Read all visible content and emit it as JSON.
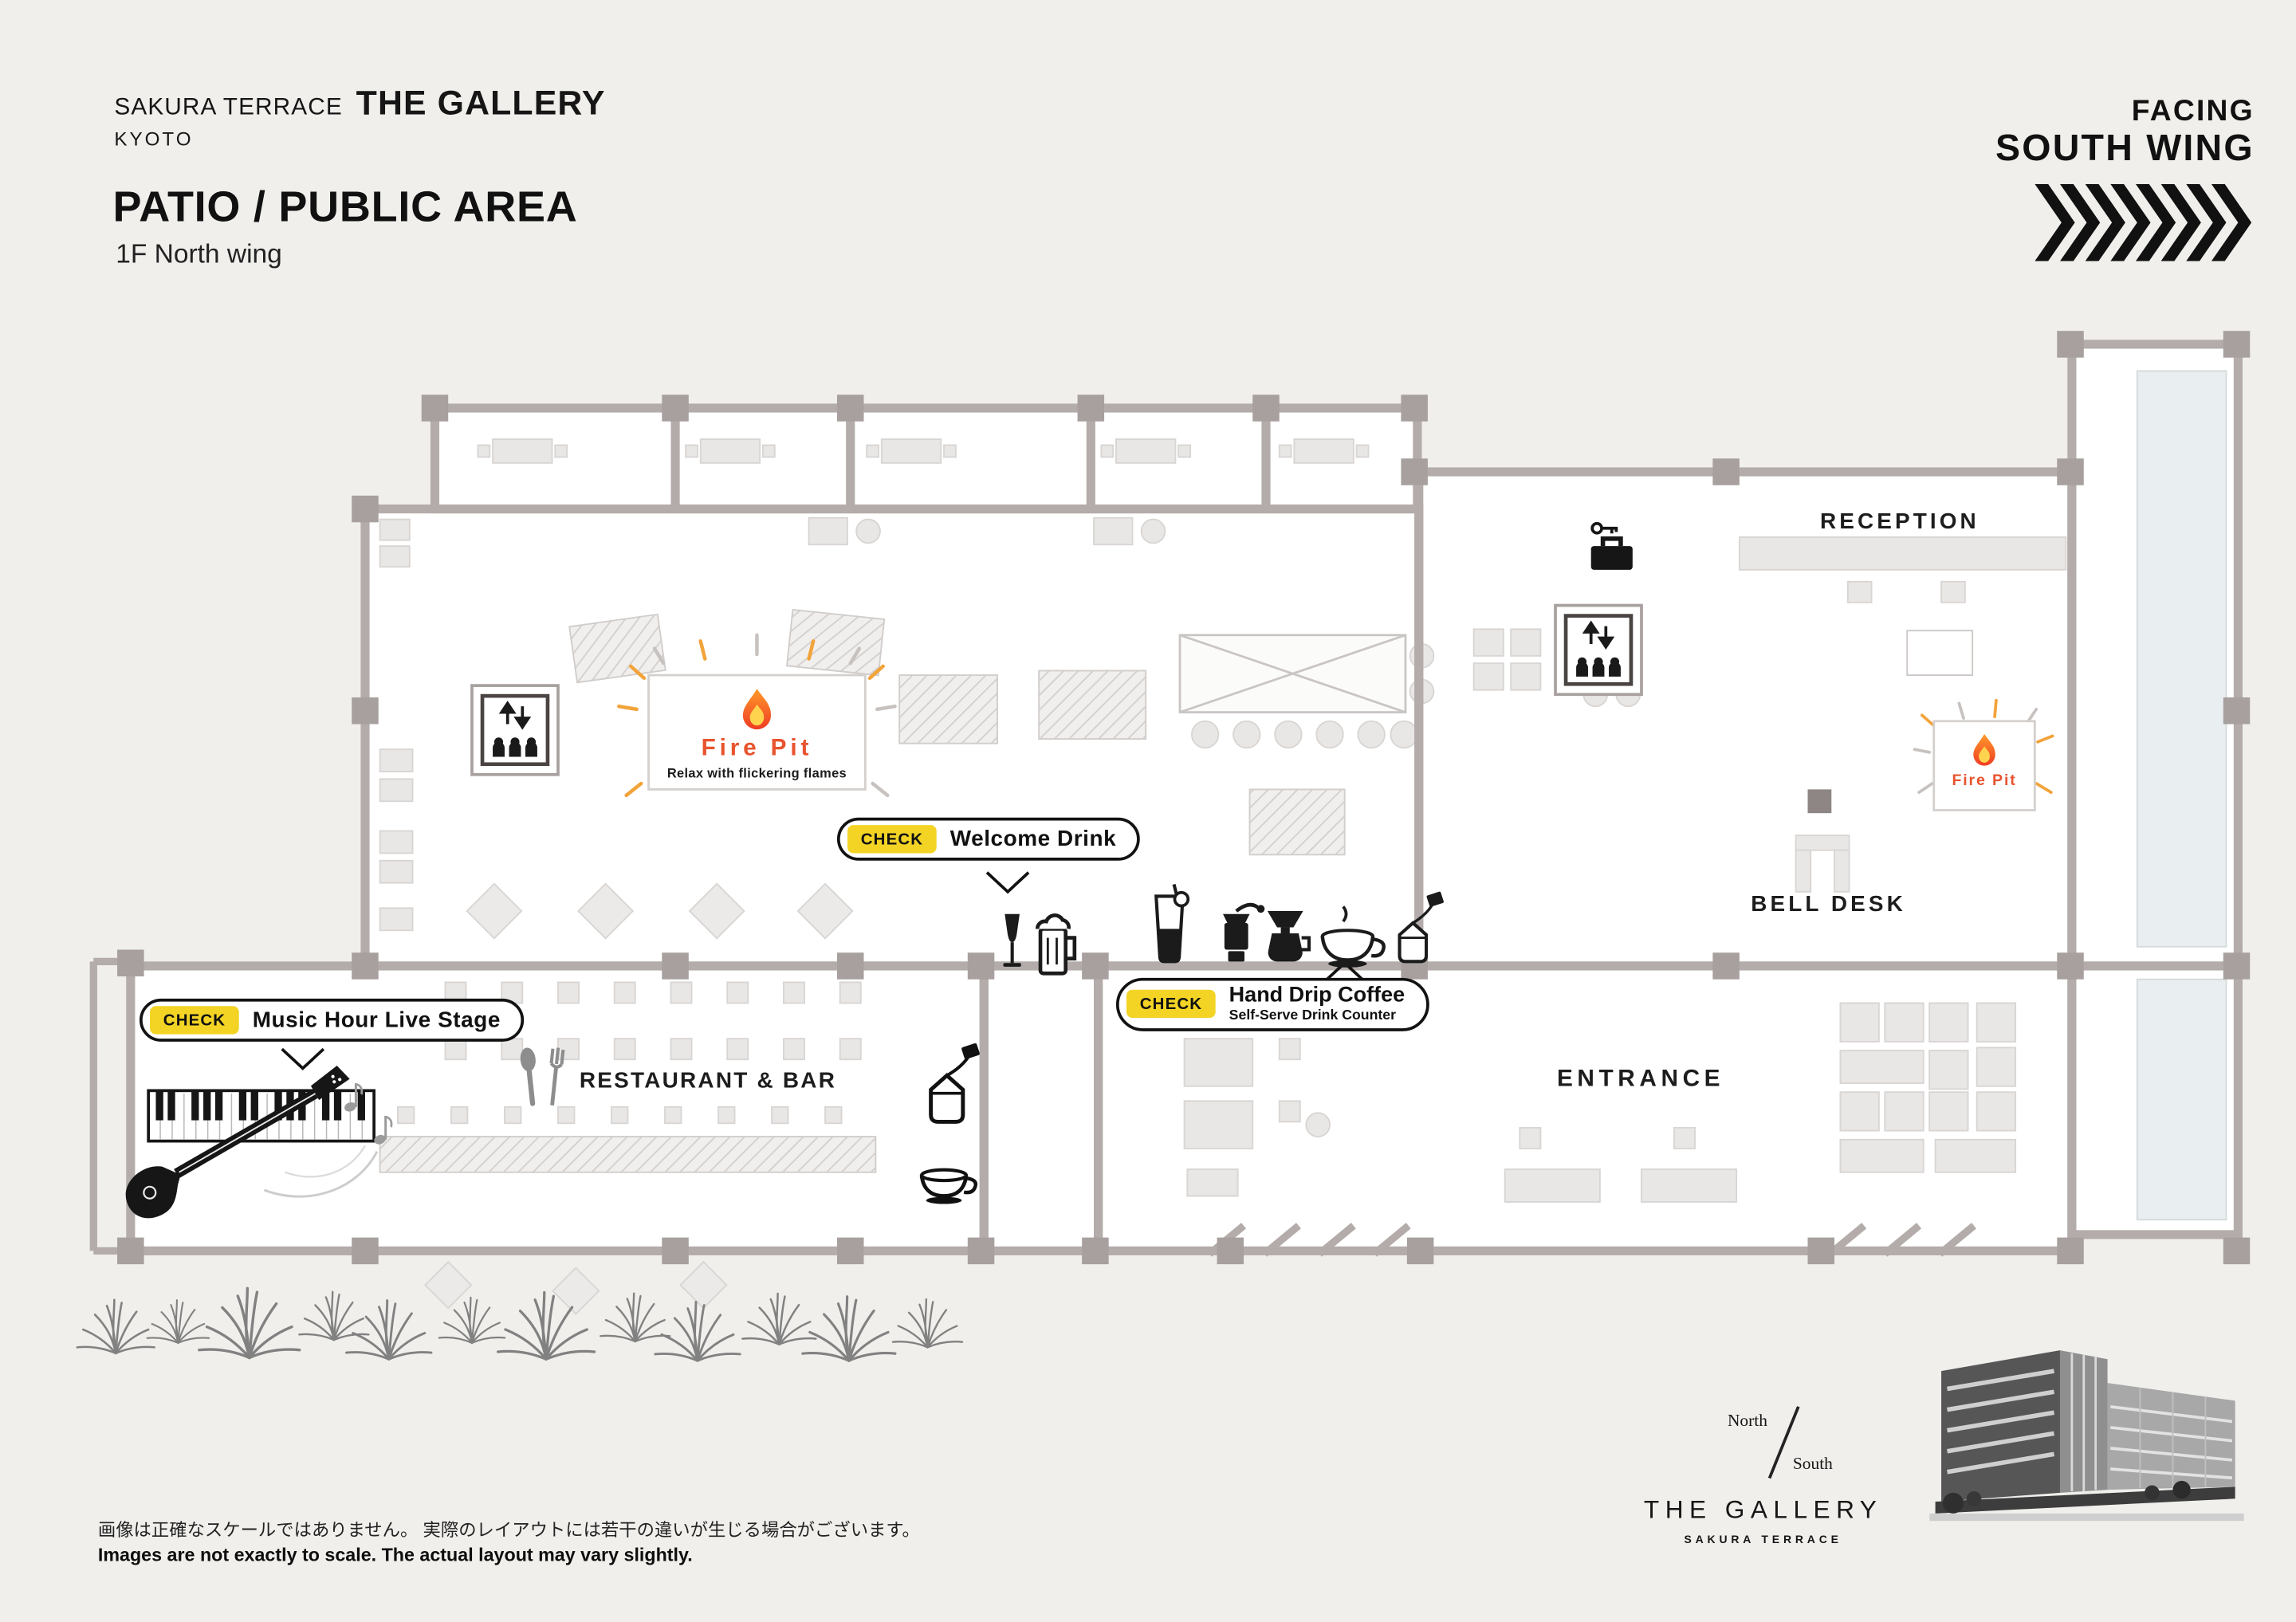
{
  "header": {
    "brand_small": "SAKURA TERRACE",
    "brand_large": "THE GALLERY",
    "brand_city": "KYOTO",
    "page_title": "PATIO / PUBLIC AREA",
    "page_subtitle": "1F North wing"
  },
  "facing": {
    "line1": "FACING",
    "line2": "SOUTH WING"
  },
  "rooms": {
    "reception": "RECEPTION",
    "bell_desk": "BELL DESK",
    "entrance": "ENTRANCE",
    "restaurant": "RESTAURANT & BAR"
  },
  "fire_pit_main": {
    "title": "Fire Pit",
    "caption": "Relax with flickering flames"
  },
  "fire_pit_small": {
    "title": "Fire Pit"
  },
  "callouts": {
    "check_label": "CHECK",
    "welcome_drink": "Welcome Drink",
    "hand_drip_title": "Hand Drip Coffee",
    "hand_drip_sub": "Self-Serve Drink Counter",
    "music_stage": "Music Hour Live Stage"
  },
  "footer": {
    "note_jp": "画像は正確なスケールではありません。 実際のレイアウトには若干の違いが生じる場合がございます。",
    "note_en": "Images are not exactly to scale. The actual layout may vary slightly."
  },
  "logo": {
    "north": "North",
    "south": "South",
    "name": "THE GALLERY",
    "subname": "SAKURA TERRACE"
  },
  "icons": [
    "elevator-icon",
    "key-luggage-icon",
    "fire-icon",
    "champagne-icon",
    "beer-icon",
    "iced-tea-icon",
    "coffee-grinder-icon",
    "coffee-dripper-icon",
    "coffee-cup-icon",
    "tea-bag-icon",
    "tea-cup-icon",
    "cutlery-icon",
    "guitar-icon",
    "piano-keyboard-icon",
    "music-notes-icon",
    "plants-icon",
    "facing-arrows-icon",
    "building-photo"
  ],
  "colors": {
    "background": "#f0efec",
    "wall": "#b3acaa",
    "column": "#a7a09e",
    "furniture": "#e9e7e5",
    "accent_yellow": "#f3d425",
    "fire_orange": "#f47b20",
    "fire_red": "#e8542e"
  }
}
